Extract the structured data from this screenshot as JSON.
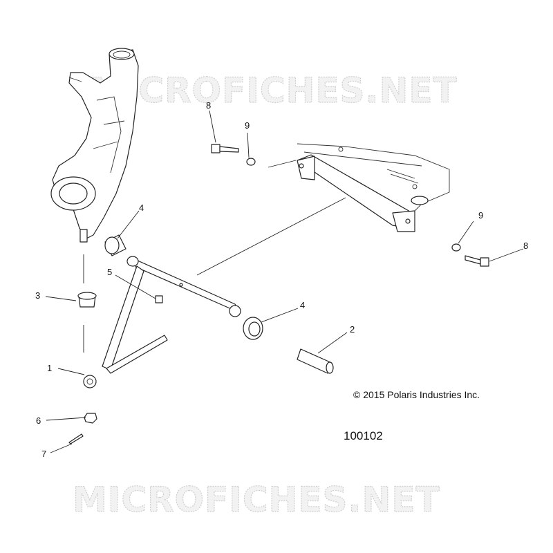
{
  "watermark": {
    "text": "MICROFICHES.NET"
  },
  "copyright": "© 2015 Polaris Industries Inc.",
  "diagram_number": "100102",
  "callouts": {
    "c1": "1",
    "c2": "2",
    "c3": "3",
    "c4a": "4",
    "c4b": "4",
    "c5": "5",
    "c6": "6",
    "c7": "7",
    "c8a": "8",
    "c8b": "8",
    "c9a": "9",
    "c9b": "9"
  },
  "colors": {
    "line": "#222222",
    "watermark_outline": "#cfcfcf",
    "background": "#ffffff"
  }
}
